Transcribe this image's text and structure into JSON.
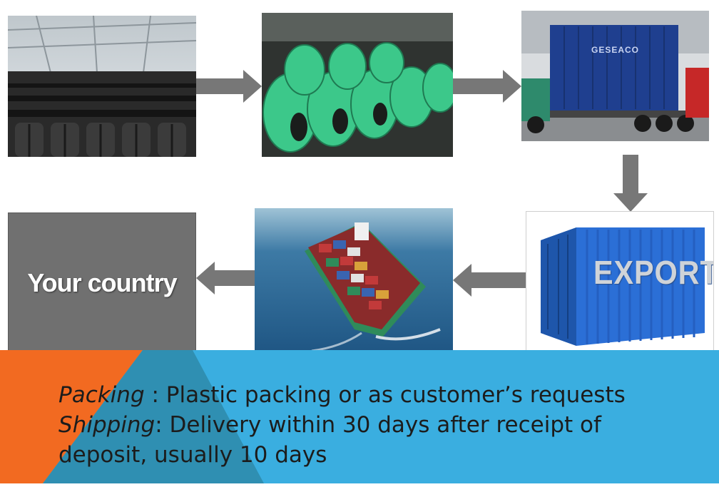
{
  "steps": [
    {
      "name": "tire-warehouse",
      "kind": "photo"
    },
    {
      "name": "packed-tires",
      "kind": "photo"
    },
    {
      "name": "container-truck",
      "kind": "photo",
      "brand_text": "GESEACO"
    },
    {
      "name": "export-container",
      "kind": "photo",
      "label": "EXPORT"
    },
    {
      "name": "cargo-ship",
      "kind": "photo"
    },
    {
      "name": "destination",
      "kind": "box",
      "label": "Your country"
    }
  ],
  "info": {
    "packing_label": "Packing",
    "packing_text": " : Plastic packing or as customer’s requests",
    "shipping_label": "Shipping",
    "shipping_text": ": Delivery within 30 days after receipt of",
    "shipping_text_2": "deposit, usually 10 days"
  },
  "colors": {
    "band_blue": "#3aaee0",
    "band_orange": "#f26a21",
    "band_teal": "#2f8fb2",
    "arrow_gray": "#777777",
    "box_gray": "#707070",
    "tire_wrap_green": "#3cc88a",
    "container_blue": "#2b6fd6",
    "truck_container": "#1f3f8f"
  }
}
